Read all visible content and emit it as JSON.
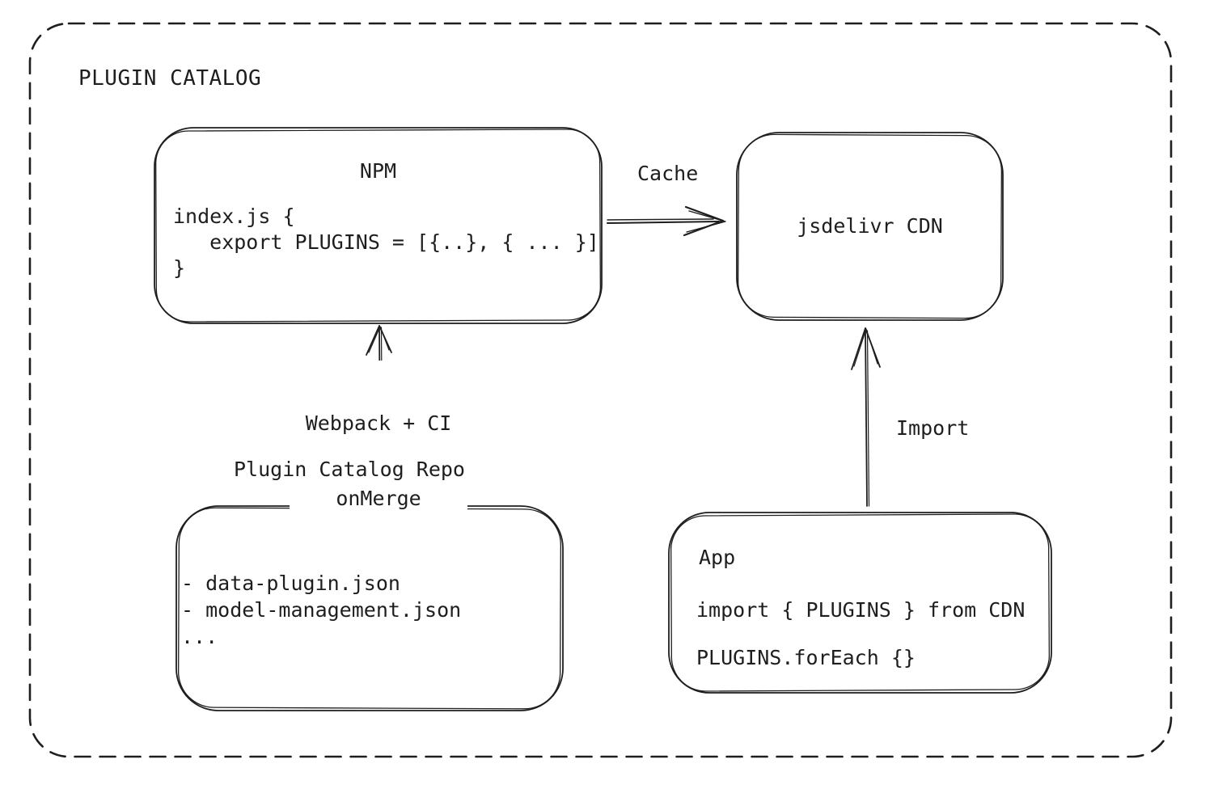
{
  "diagram": {
    "title": "PLUGIN CATALOG",
    "colors": {
      "stroke": "#1e1e1e",
      "background": "#ffffff"
    },
    "nodes": {
      "npm": {
        "title": "NPM",
        "code": "index.js {\n   export PLUGINS = [{..}, { ... }]\n}"
      },
      "jsdelivr": {
        "label": "jsdelivr CDN"
      },
      "repo": {
        "label": "Plugin Catalog Repo",
        "code": "- data-plugin.json\n- model-management.json\n..."
      },
      "app": {
        "title": "App",
        "code_import": "import { PLUGINS } from CDN",
        "code_foreach": "PLUGINS.forEach {}"
      }
    },
    "edges": {
      "cache": {
        "label": "Cache",
        "from": "NPM",
        "to": "jsdelivr CDN"
      },
      "webpack": {
        "label_line1": "Webpack + CI",
        "label_line2": "onMerge",
        "from": "Plugin Catalog Repo",
        "to": "NPM"
      },
      "import": {
        "label": "Import",
        "from": "App",
        "to": "jsdelivr CDN"
      }
    }
  }
}
